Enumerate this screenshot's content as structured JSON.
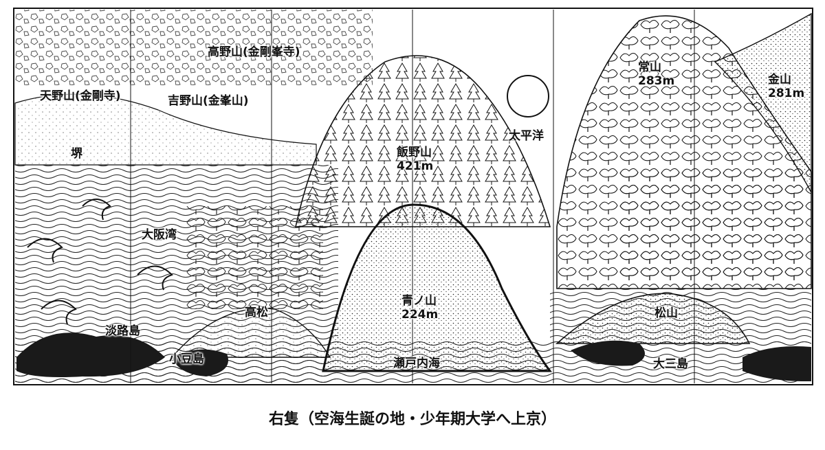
{
  "labels": {
    "koyasan": "高野山(金剛峯寺)",
    "amanosan": "天野山(金剛寺)",
    "yoshinoyama": "吉野山(金峯山)",
    "sakai": "堺",
    "osaka_bay": "大阪湾",
    "iinoyama_name": "飯野山",
    "iinoyama_height": "421m",
    "pacific": "太平洋",
    "tsuneyama_name": "常山",
    "tsuneyama_height": "283m",
    "kanayama_name": "金山",
    "kanayama_height": "281m",
    "aonoyama_name": "青ノ山",
    "aonoyama_height": "224m",
    "takamatsu": "高松",
    "awajishima": "淡路島",
    "shodoshima": "小豆島",
    "setonaikai": "瀬戸内海",
    "matsuyama": "松山",
    "omishima": "大三島"
  },
  "caption": "右隻（空海生誕の地・少年期大学へ上京）"
}
